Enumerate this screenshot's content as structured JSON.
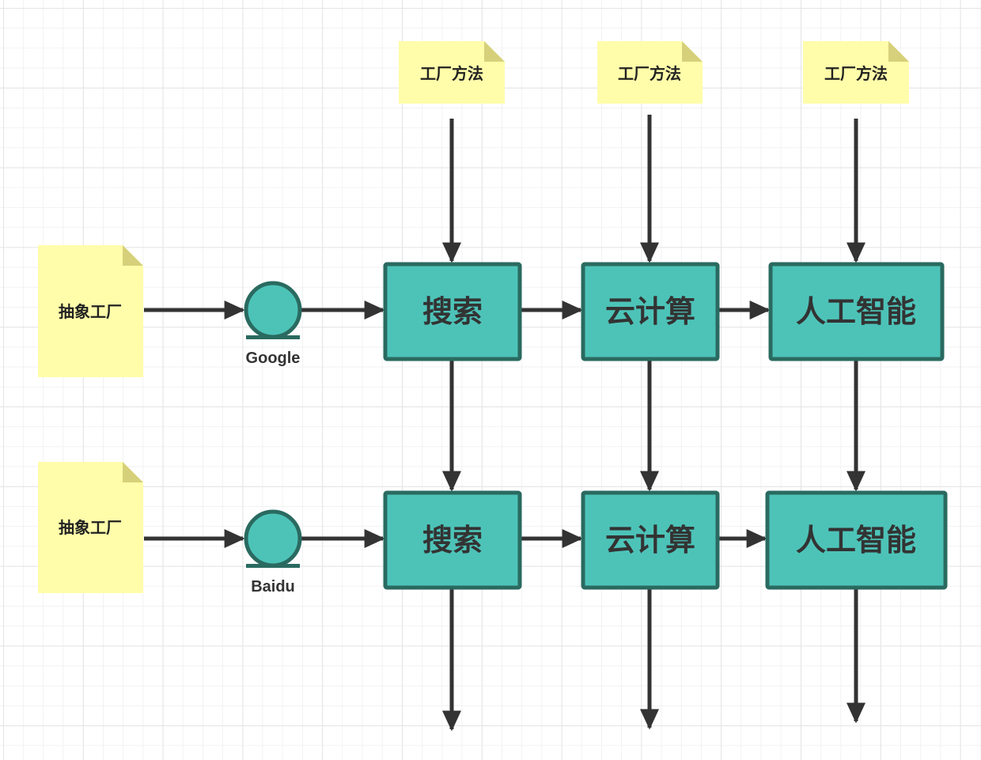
{
  "colors": {
    "box_fill": "#4DC3B8",
    "box_stroke": "#2A6A60",
    "note_fill": "#FFFDAA",
    "note_fold": "#D6D07A",
    "arrow": "#333333",
    "grid": "#EBEBEB"
  },
  "top_notes": [
    {
      "label": "工厂方法"
    },
    {
      "label": "工厂方法"
    },
    {
      "label": "工厂方法"
    }
  ],
  "rows": [
    {
      "factory_note": "抽象工厂",
      "provider": "Google",
      "products": [
        "搜索",
        "云计算",
        "人工智能"
      ]
    },
    {
      "factory_note": "抽象工厂",
      "provider": "Baidu",
      "products": [
        "搜索",
        "云计算",
        "人工智能"
      ]
    }
  ]
}
